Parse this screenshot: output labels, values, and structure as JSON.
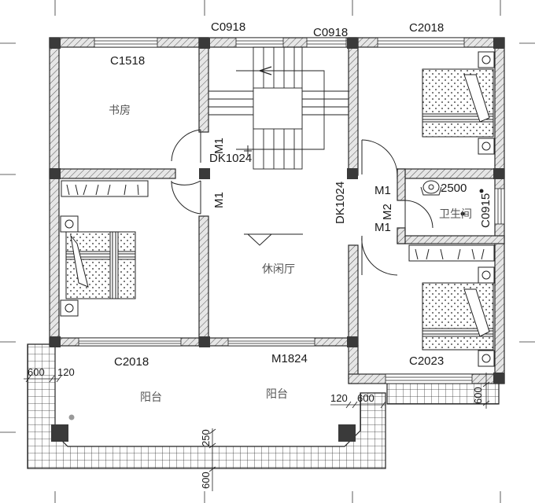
{
  "colors": {
    "wall_fill": "#d9d9d9",
    "wall_stroke": "#2a2a2a",
    "column": "#3a3a3a",
    "line": "#1a1a1a",
    "text": "#1a1a1a",
    "room_text": "#555555"
  },
  "window_labels": {
    "top_c0918_left": "C0918",
    "top_c0918_right": "C0918",
    "top_c2018": "C2018",
    "study_c1518": "C1518",
    "bottom_c2018": "C2018",
    "balcony_m1824": "M1824",
    "right_c2023": "C2023",
    "bath_c0915": "C0915"
  },
  "door_labels": {
    "study_m1": "M1",
    "left_bed_m1": "M1",
    "right_bed_m1": "M1",
    "bath_m2": "M2",
    "lower_right_m1": "M1",
    "dk_top": "DK1024",
    "dk_right": "DK1024"
  },
  "rooms": {
    "study": "书房",
    "lounge": "休闲厅",
    "bathroom": "卫生间",
    "balcony_left": "阳台",
    "balcony_right": "阳台"
  },
  "dimensions": {
    "left_600": "600",
    "left_120": "120",
    "right_120": "120",
    "right_600": "600",
    "side_600": "600",
    "bottom_250": "250",
    "bottom_600": "600",
    "fixture_2500": "2500"
  }
}
